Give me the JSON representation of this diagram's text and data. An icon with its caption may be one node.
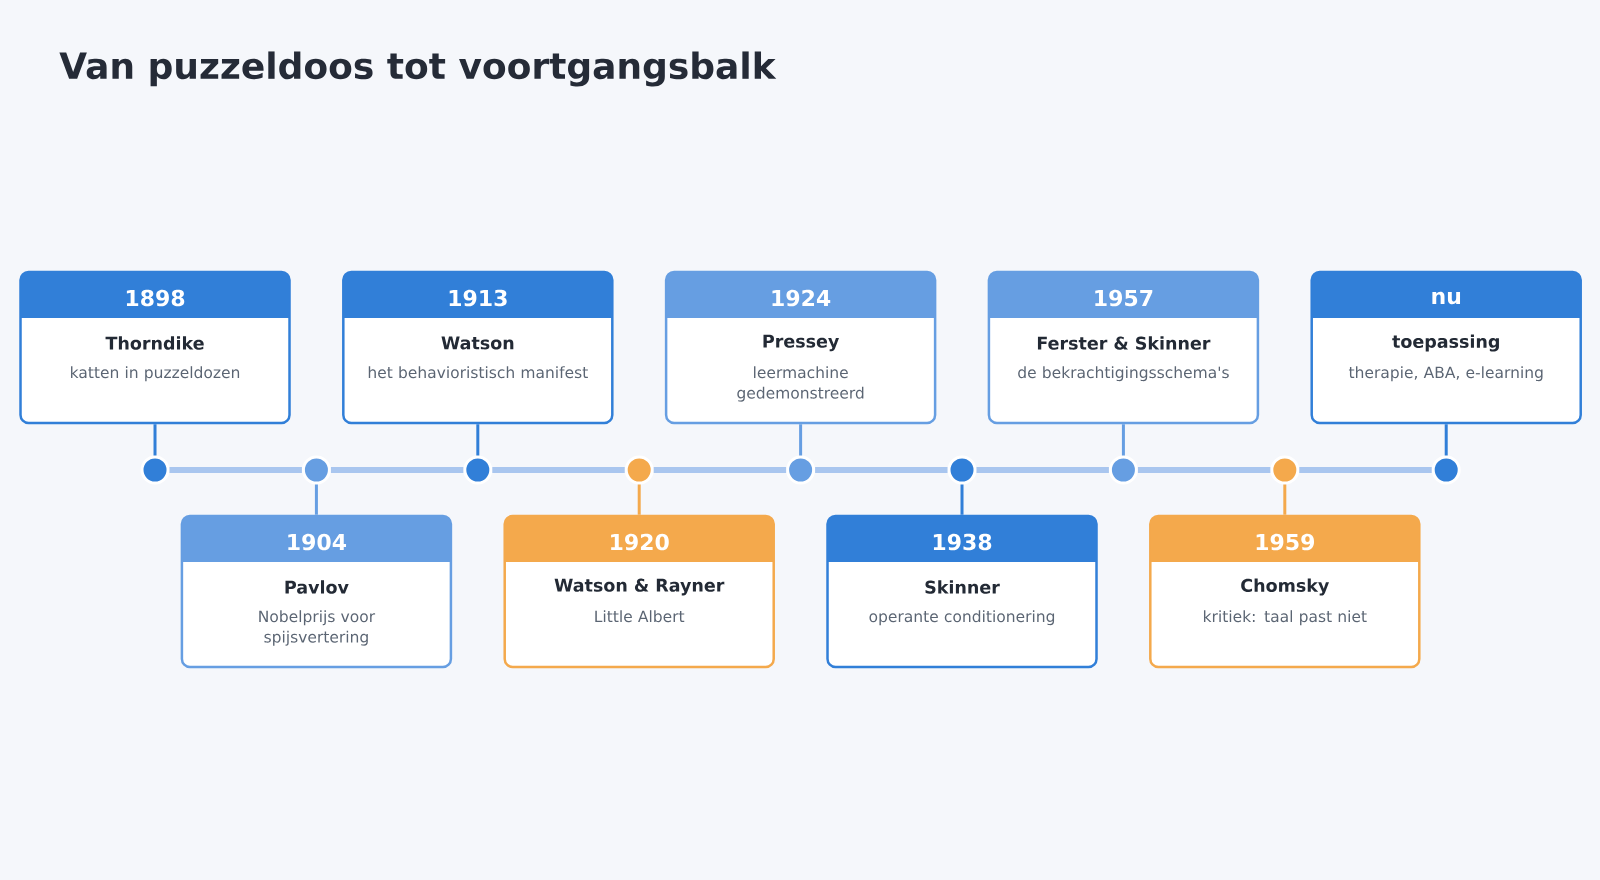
{
  "diagram": {
    "title": "Van puzzeldoos tot voortgangsbalk",
    "nodes": [
      {
        "text": [
          "1898",
          "Thorndike",
          "katten in puzzeldozen"
        ]
      },
      {
        "text": [
          "1904",
          "Pavlov",
          "Nobelprijs voor spijsvertering"
        ]
      },
      {
        "text": [
          "1913",
          "Watson",
          "het behavioristisch manifest"
        ]
      },
      {
        "text": [
          "1920",
          "Watson & Rayner",
          "Little Albert"
        ]
      },
      {
        "text": [
          "1924",
          "Pressey",
          "leermachine gedemonstreerd"
        ]
      },
      {
        "text": [
          "1938",
          "Skinner",
          "operante conditionering"
        ]
      },
      {
        "text": [
          "1957",
          "Ferster & Skinner",
          "de bekrachtigingsschema's"
        ]
      },
      {
        "text": [
          "1959",
          "Chomsky",
          "kritiek: taal past niet"
        ]
      },
      {
        "text": [
          "nu",
          "toepassing",
          "therapie, ABA, e-learning"
        ]
      },
      {
        "text": [],
        "shape": "circle"
      },
      {
        "text": [],
        "shape": "circle"
      },
      {
        "text": [],
        "shape": "circle"
      },
      {
        "text": [],
        "shape": "circle"
      },
      {
        "text": [],
        "shape": "circle"
      },
      {
        "text": [],
        "shape": "circle"
      },
      {
        "text": [],
        "shape": "circle"
      },
      {
        "text": [],
        "shape": "circle"
      },
      {
        "text": [],
        "shape": "circle"
      }
    ],
    "edges": [
      {
        "from": 0,
        "to": 9,
        "arrow": "none",
        "color": "#317fd8"
      },
      {
        "from": 1,
        "to": 10,
        "arrow": "none",
        "color": "#669ee2"
      },
      {
        "from": 2,
        "to": 11,
        "arrow": "none",
        "color": "#317fd8"
      },
      {
        "from": 3,
        "to": 12,
        "arrow": "none",
        "color": "#f4a94c"
      },
      {
        "from": 4,
        "to": 13,
        "arrow": "none",
        "color": "#669ee2"
      },
      {
        "from": 5,
        "to": 14,
        "arrow": "none",
        "color": "#317fd8"
      },
      {
        "from": 6,
        "to": 15,
        "arrow": "none",
        "color": "#669ee2"
      },
      {
        "from": 7,
        "to": 16,
        "arrow": "none",
        "color": "#f4a94c"
      },
      {
        "from": 8,
        "to": 17,
        "arrow": "none",
        "color": "#317fd8"
      },
      {
        "from": 9,
        "to": 10,
        "arrow": "none",
        "style": "thick"
      },
      {
        "from": 10,
        "to": 11,
        "arrow": "none",
        "style": "thick"
      },
      {
        "from": 11,
        "to": 12,
        "arrow": "none",
        "style": "thick"
      },
      {
        "from": 12,
        "to": 13,
        "arrow": "none",
        "style": "thick"
      },
      {
        "from": 13,
        "to": 14,
        "arrow": "none",
        "style": "thick"
      },
      {
        "from": 14,
        "to": 15,
        "arrow": "none",
        "style": "thick"
      },
      {
        "from": 15,
        "to": 16,
        "arrow": "none",
        "style": "thick"
      },
      {
        "from": 16,
        "to": 17,
        "arrow": "none",
        "style": "thick"
      }
    ]
  }
}
